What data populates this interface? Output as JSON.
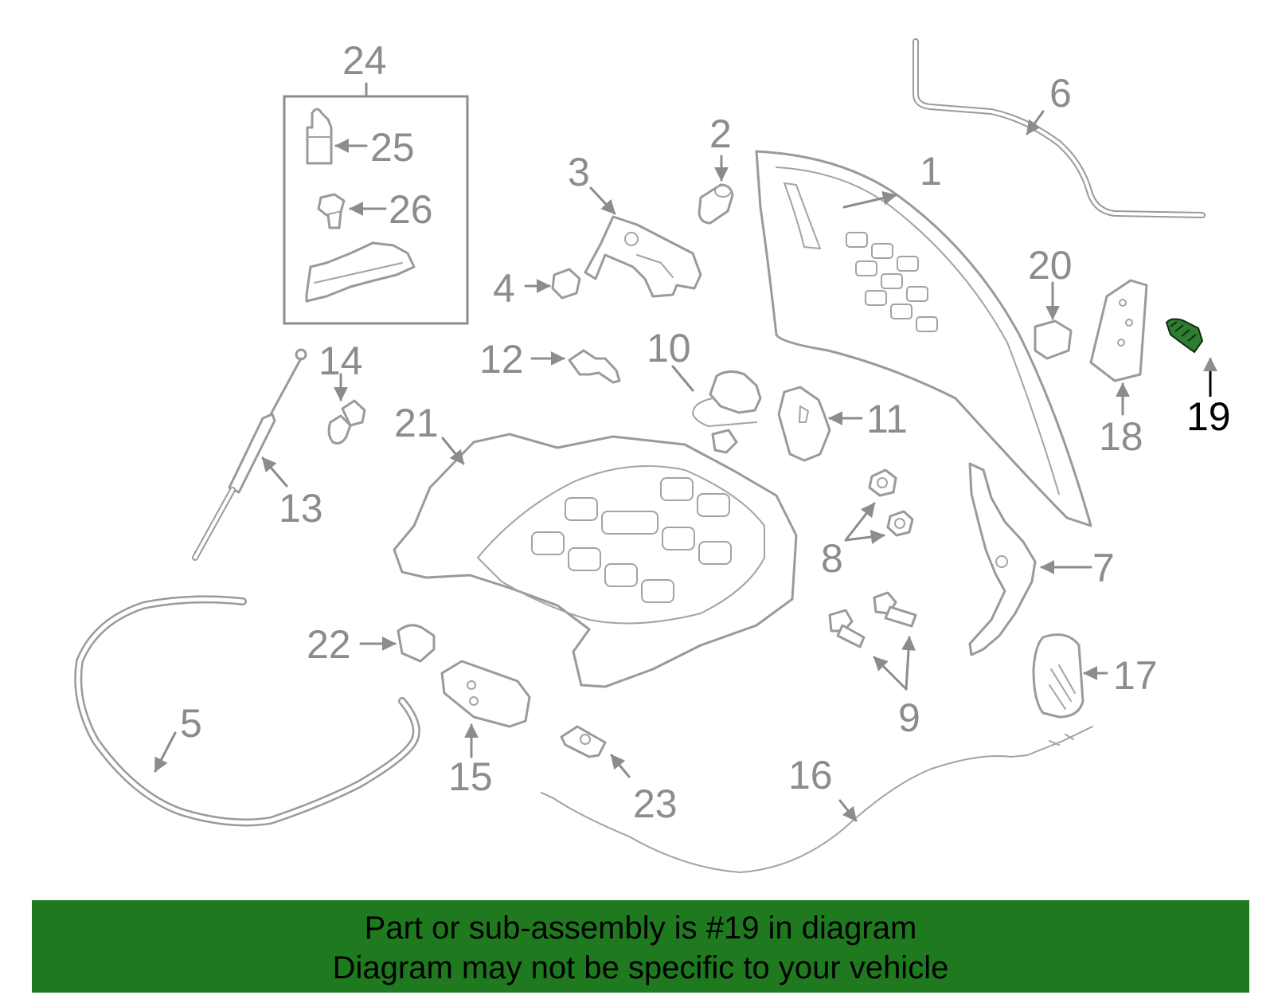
{
  "diagram": {
    "highlighted_part": "19",
    "highlight_color": "#2e7d32",
    "callout_labels": {
      "c1": "1",
      "c2": "2",
      "c3": "3",
      "c4": "4",
      "c5": "5",
      "c6": "6",
      "c7": "7",
      "c8": "8",
      "c9": "9",
      "c10": "10",
      "c11": "11",
      "c12": "12",
      "c13": "13",
      "c14": "14",
      "c15": "15",
      "c16": "16",
      "c17": "17",
      "c18": "18",
      "c19": "19",
      "c20": "20",
      "c21": "21",
      "c22": "22",
      "c23": "23",
      "c24": "24",
      "c25": "25",
      "c26": "26"
    }
  },
  "banner": {
    "line1": "Part or sub-assembly is #19 in diagram",
    "line2": "Diagram may not be specific to your vehicle",
    "background": "#1f7a1f"
  }
}
